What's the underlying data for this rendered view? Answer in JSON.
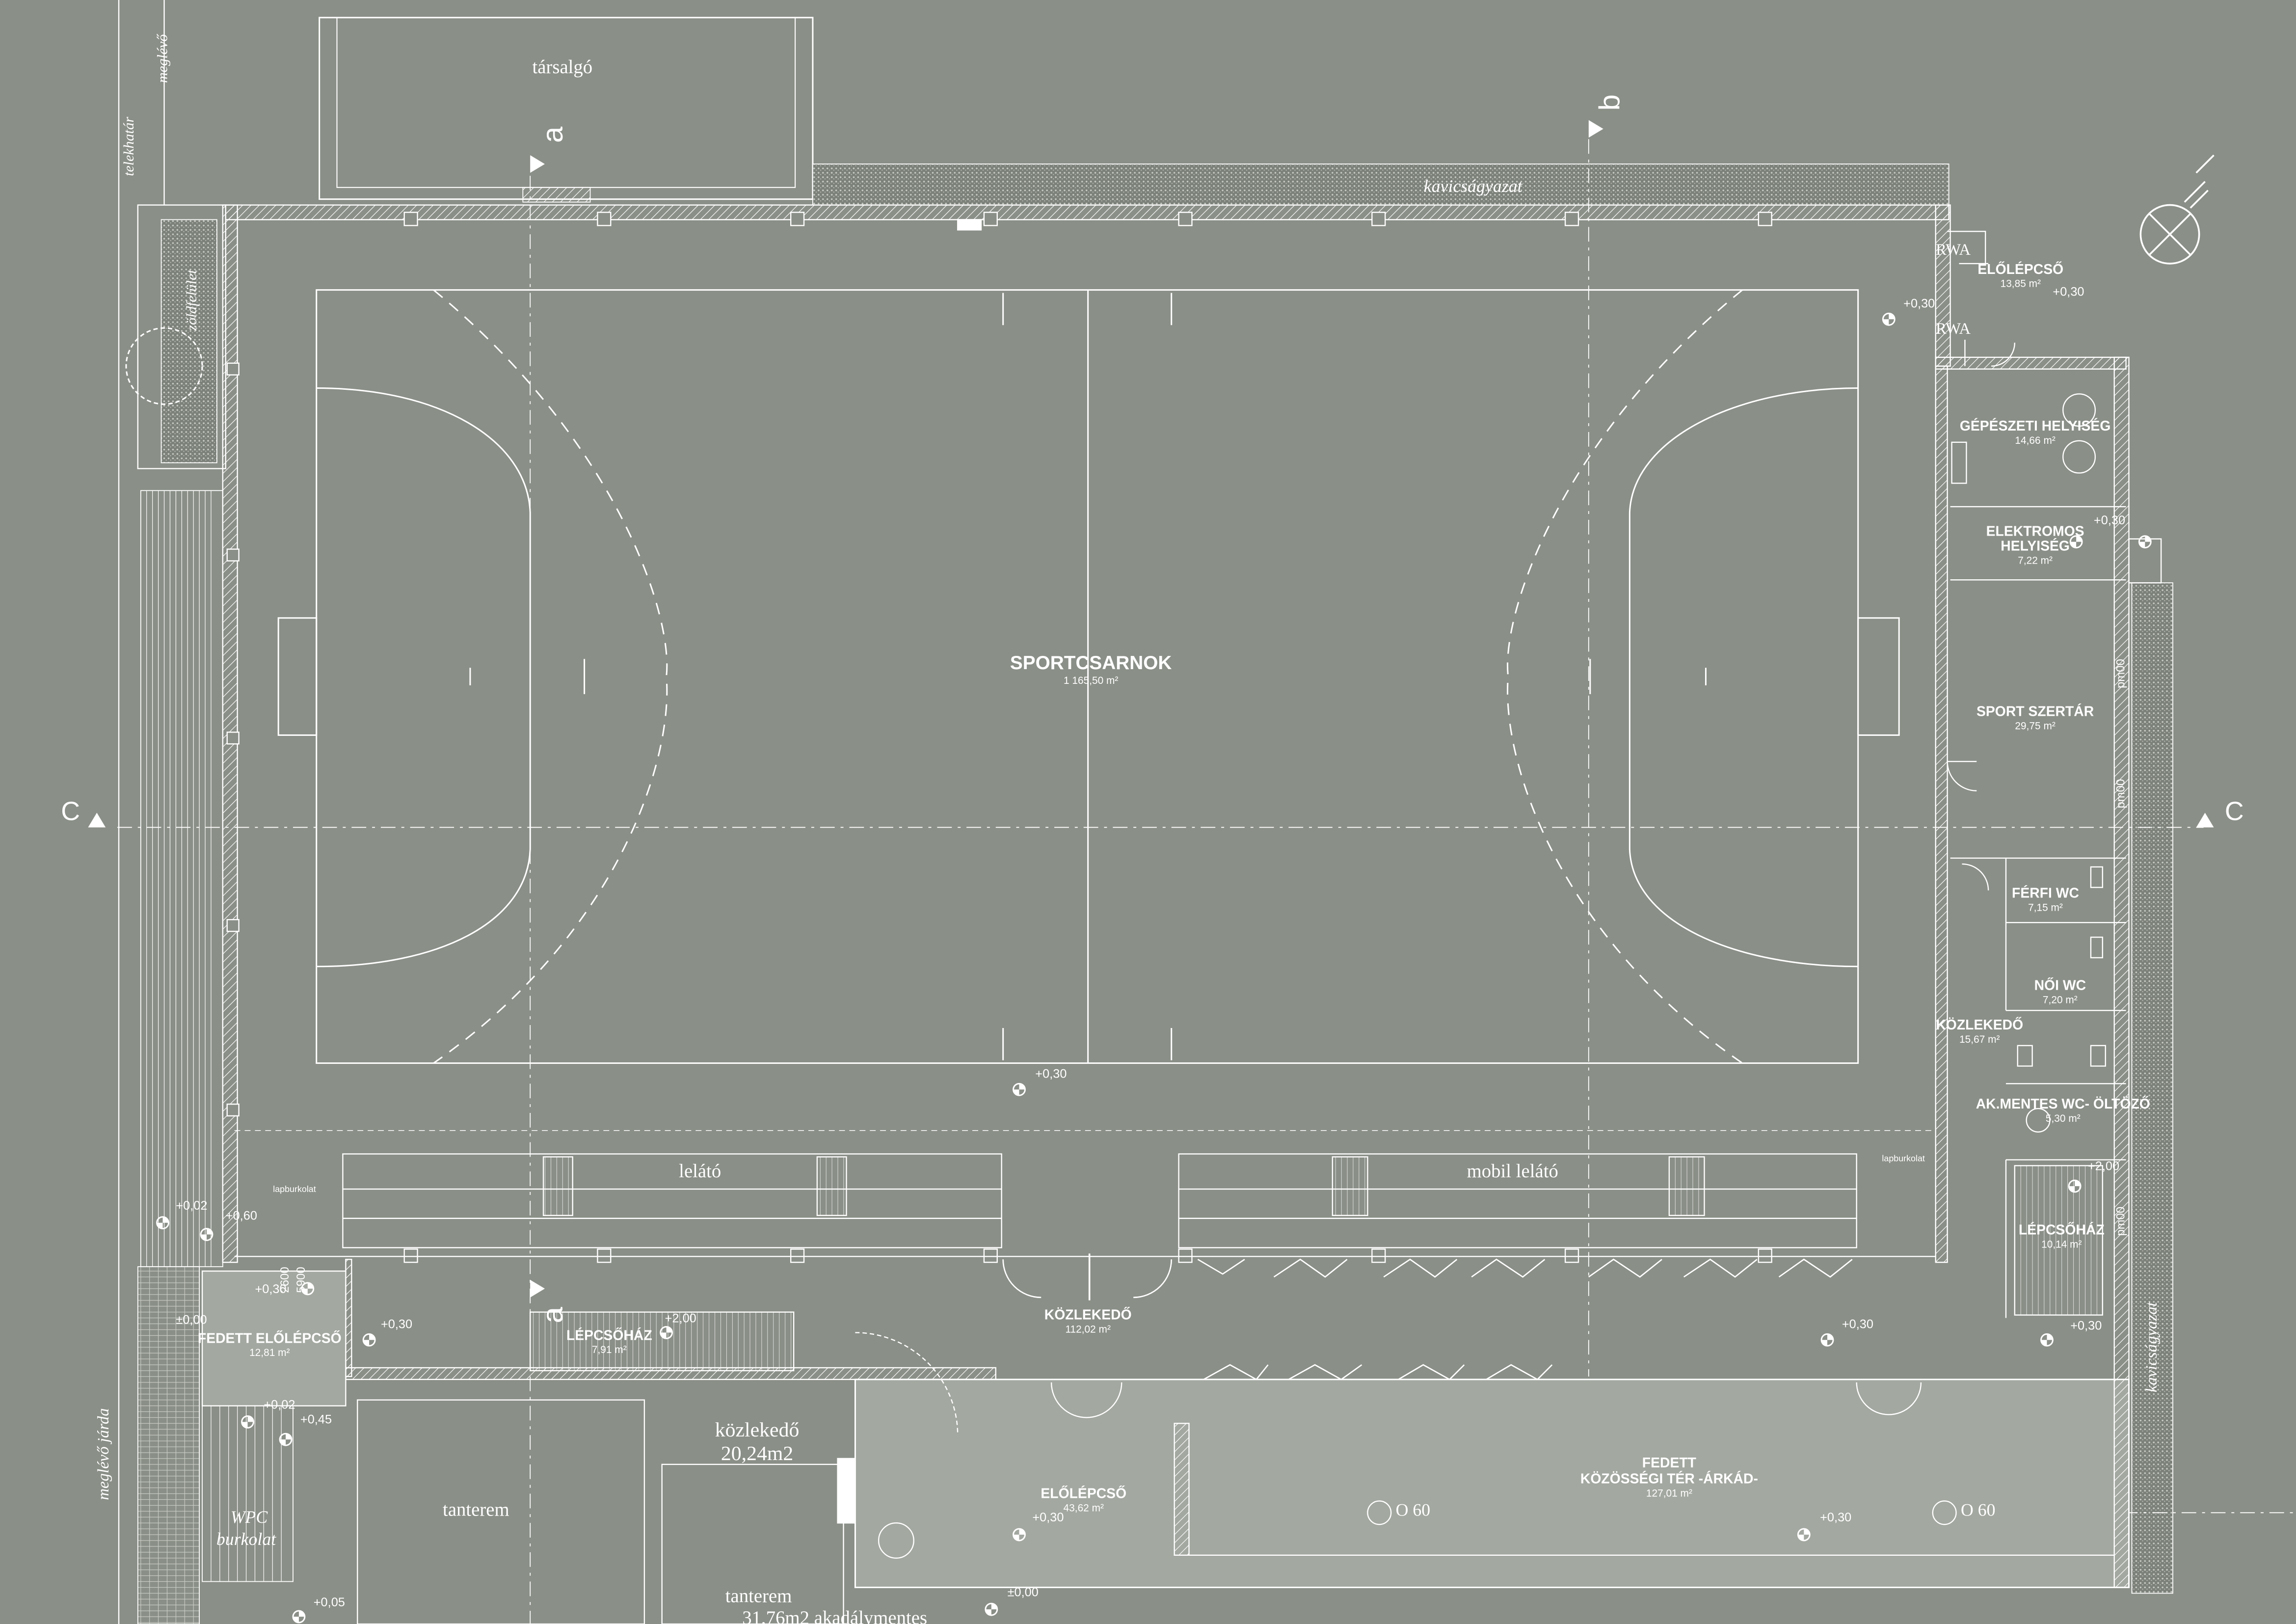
{
  "main_hall": {
    "name": "SPORTCSARNOK",
    "area": "1 165,50 m²"
  },
  "rooms": [
    {
      "name": "ELŐLÉPCSŐ",
      "area": "13,85 m²"
    },
    {
      "name": "GÉPÉSZETI HELYISÉG",
      "area": "14,66 m²"
    },
    {
      "name": "ELEKTROMOS",
      "name2": "HELYISÉG",
      "area": "7,22 m²"
    },
    {
      "name": "SPORT SZERTÁR",
      "area": "29,75 m²"
    },
    {
      "name": "FÉRFI WC",
      "area": "7,15 m²"
    },
    {
      "name": "NŐI WC",
      "area": "7,20 m²"
    },
    {
      "name": "KÖZLEKEDŐ",
      "area": "15,67 m²"
    },
    {
      "name": "AK.MENTES WC- ÖLTÖZŐ",
      "area": "5,30 m²"
    },
    {
      "name": "LÉPCSŐHÁZ",
      "area": "10,14 m²"
    },
    {
      "name": "KÖZLEKEDŐ",
      "area": "112,02 m²"
    },
    {
      "name": "FEDETT ELŐLÉPCSŐ",
      "area": "12,81 m²"
    },
    {
      "name": "LÉPCSŐHÁZ",
      "area": "7,91 m²"
    },
    {
      "name": "ELŐLÉPCSŐ",
      "area": "43,62 m²"
    },
    {
      "name": "FEDETT",
      "name2": "KÖZÖSSÉGI TÉR -ÁRKÁD-",
      "area": "127,01 m²"
    }
  ],
  "existing": {
    "tarsalgo": "társalgó",
    "kozlekedo": "közlekedő",
    "kozlekedo_area": "20,24m2",
    "tanterem1": "tanterem",
    "tanterem2": "tanterem",
    "tanterem2_area": "31,76m2 akadálymentes"
  },
  "site": {
    "kavics_top": "kavicságyazat",
    "kavics_right": "kavicságyazat",
    "zoldfelulet": "zöldfelület",
    "telekhatar": "telekhatár",
    "meglevo": "meglévő",
    "jarda": "meglévő járda",
    "wpc1": "WPC",
    "wpc2": "burkolat",
    "lapburkolat_l": "lapburkolat",
    "lapburkolat_r": "lapburkolat",
    "lelato": "lelátó",
    "mobil_lelato": "mobil lelátó",
    "rwa1": "RWA",
    "rwa2": "RWA",
    "o60a": "O 60",
    "o60b": "O 60"
  },
  "sections": {
    "a_top": "a",
    "a_bot": "a",
    "b_top": "b",
    "c_left": "C",
    "c_right": "C"
  },
  "pm": {
    "pm1": "pm00",
    "pm2": "pm00",
    "pm3": "pm00"
  },
  "dims": {
    "d1": "2600",
    "d2": "5900"
  },
  "levels": [
    "+0,30",
    "+0,30",
    "+0,30",
    "+0,30",
    "+0,30",
    "+0,30",
    "+0,30",
    "+0,30",
    "+0,30",
    "+0,30",
    "+2,00",
    "+2,00",
    "+0,02",
    "+0,60",
    "±0,00",
    "+0,02",
    "+0,45",
    "+0,05",
    "±0,00"
  ],
  "colors": {
    "background": "#8a8f87",
    "line": "#ffffff",
    "covered": "#a3a8a0"
  },
  "north_icon": "north-arrow-icon",
  "level_icon": "level-marker-icon"
}
